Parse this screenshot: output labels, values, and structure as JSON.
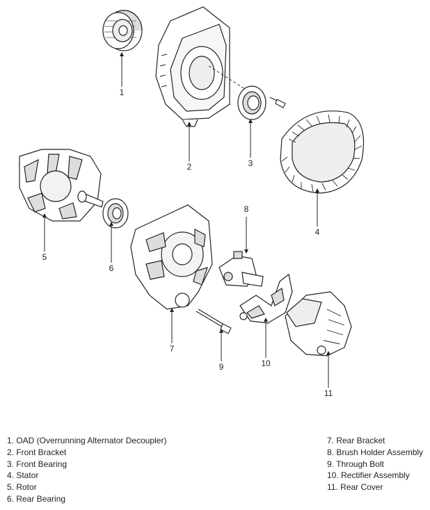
{
  "callouts": {
    "n1": "1",
    "n2": "2",
    "n3": "3",
    "n4": "4",
    "n5": "5",
    "n6": "6",
    "n7": "7",
    "n8": "8",
    "n9": "9",
    "n10": "10",
    "n11": "11"
  },
  "legend": {
    "left": [
      "1. OAD (Overrunning Alternator Decoupler)",
      "2. Front Bracket",
      "3. Front Bearing",
      "4. Stator",
      "5. Rotor",
      "6. Rear Bearing"
    ],
    "right": [
      "7. Rear Bracket",
      "8. Brush Holder Assembly",
      "9. Through Bolt",
      "10. Rectifier Assembly",
      "11. Rear Cover"
    ]
  }
}
